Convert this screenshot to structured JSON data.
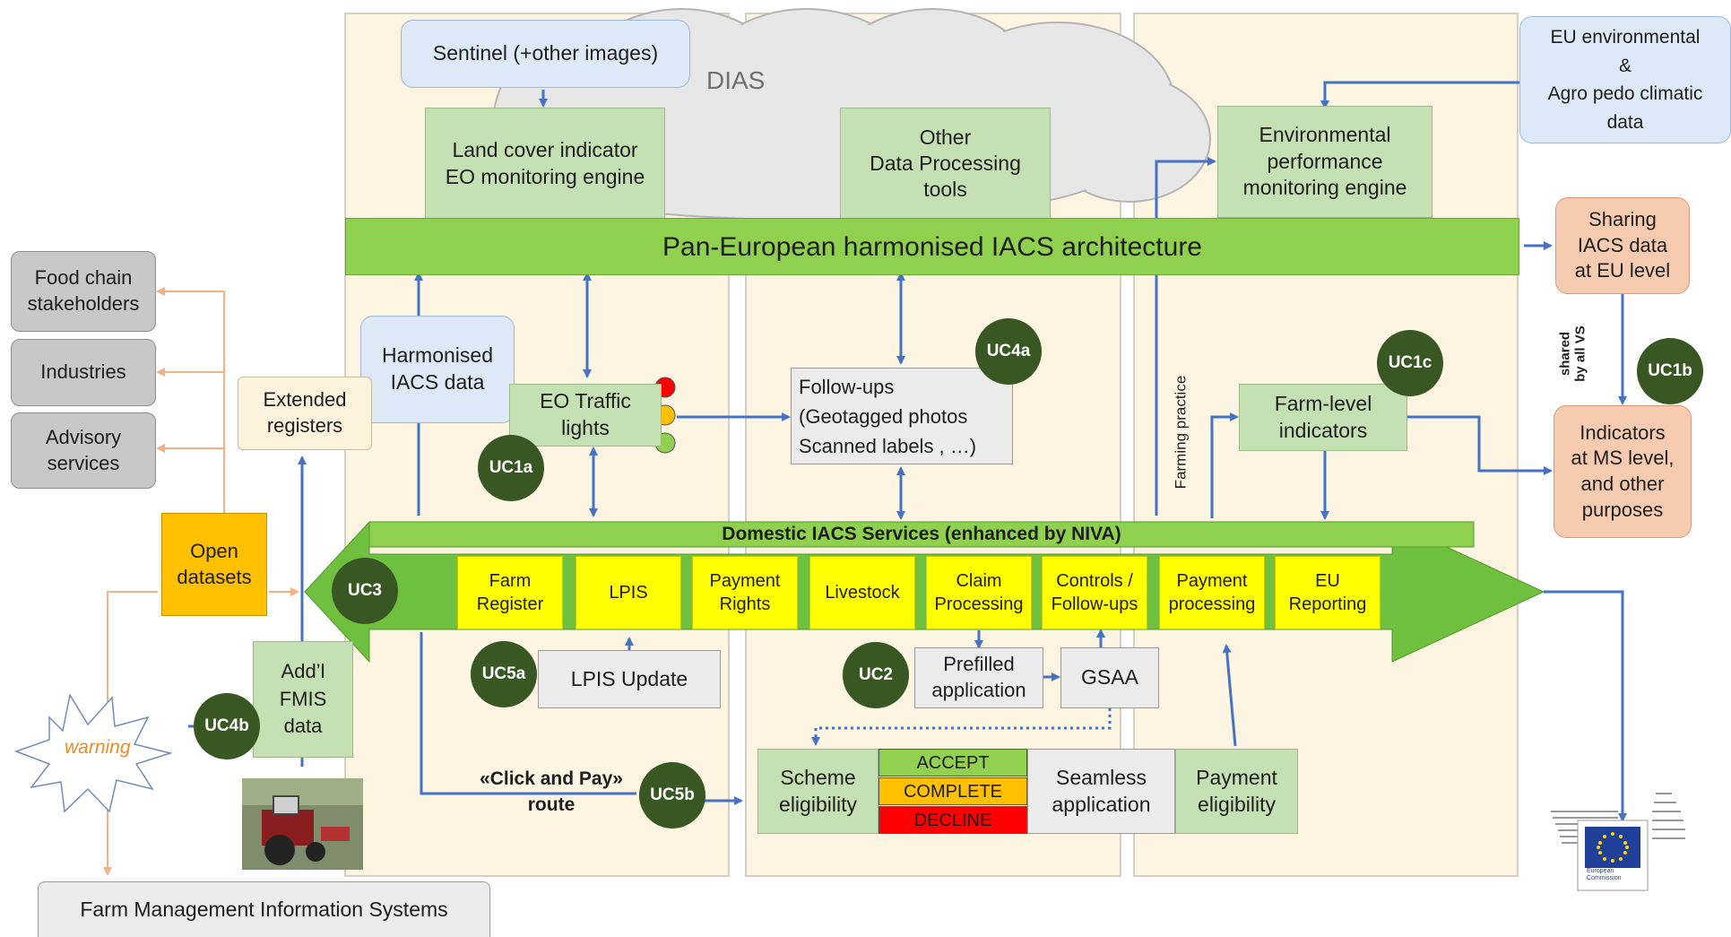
{
  "cloud_label": "DIAS",
  "sentinel": "Sentinel (+other images)",
  "eu_env": [
    "EU environmental",
    "&",
    "Agro pedo climatic",
    "data"
  ],
  "land_cover": [
    "Land cover indicator",
    "EO monitoring engine"
  ],
  "other_tools": [
    "Other",
    "Data Processing",
    "tools"
  ],
  "env_perf": [
    "Environmental",
    "performance",
    "monitoring engine"
  ],
  "pan_european": "Pan-European harmonised IACS architecture",
  "sharing": [
    "Sharing",
    "IACS data",
    "at EU level"
  ],
  "shared_by": [
    "shared",
    "by all VS"
  ],
  "food_chain": [
    "Food chain",
    "stakeholders"
  ],
  "industries": "Industries",
  "advisory": [
    "Advisory",
    "services"
  ],
  "harmonised": [
    "Harmonised",
    "IACS data"
  ],
  "extended": [
    "Extended",
    "registers"
  ],
  "eo_traffic": [
    "EO Traffic",
    "lights"
  ],
  "follow_ups": [
    "Follow-ups",
    "(Geotagged photos",
    "Scanned labels , …)"
  ],
  "farming_practice": "Farming practice",
  "farm_level": [
    "Farm-level",
    "indicators"
  ],
  "indicators_ms": [
    "Indicators",
    "at MS level,",
    "and other",
    "purposes"
  ],
  "domestic": "Domestic IACS Services (enhanced by NIVA)",
  "open_datasets": [
    "Open",
    "datasets"
  ],
  "services": [
    [
      "Farm",
      "Register"
    ],
    [
      "LPIS"
    ],
    [
      "Payment",
      "Rights"
    ],
    [
      "Livestock"
    ],
    [
      "Claim",
      "Processing"
    ],
    [
      "Controls /",
      "Follow-ups"
    ],
    [
      "Payment",
      "processing"
    ],
    [
      "EU",
      "Reporting"
    ]
  ],
  "lpis_update": "LPIS Update",
  "prefilled": [
    "Prefilled",
    "application"
  ],
  "gsaa": "GSAA",
  "addl_fmis": [
    "Add’l",
    "FMIS",
    "data"
  ],
  "warning": "warning",
  "click_and_pay": [
    "«Click and Pay»",
    "route"
  ],
  "scheme": [
    "Scheme",
    "eligibility"
  ],
  "accept": "ACCEPT",
  "complete": "COMPLETE",
  "decline": "DECLINE",
  "seamless": [
    "Seamless",
    "application"
  ],
  "payment_elig": [
    "Payment",
    "eligibility"
  ],
  "fmis": "Farm Management Information Systems",
  "ec_logo": [
    "European",
    "Commission"
  ],
  "uc": {
    "uc1a": "UC1a",
    "uc1b": "UC1b",
    "uc1c": "UC1c",
    "uc2": "UC2",
    "uc3": "UC3",
    "uc4a": "UC4a",
    "uc4b": "UC4b",
    "uc5a": "UC5a",
    "uc5b": "UC5b"
  },
  "colors": {
    "green_box": "#c5e0b3",
    "bar_green": "#8fd14f",
    "arrow_green": "#70c040",
    "uc_circle": "#385723",
    "service_yellow": "#ffff00",
    "accept": "#92d050",
    "complete": "#ffc000",
    "decline": "#ff0000",
    "orange_box": "#ffc000",
    "connector_blue": "#4472c4",
    "connector_orange": "#f4b183"
  }
}
